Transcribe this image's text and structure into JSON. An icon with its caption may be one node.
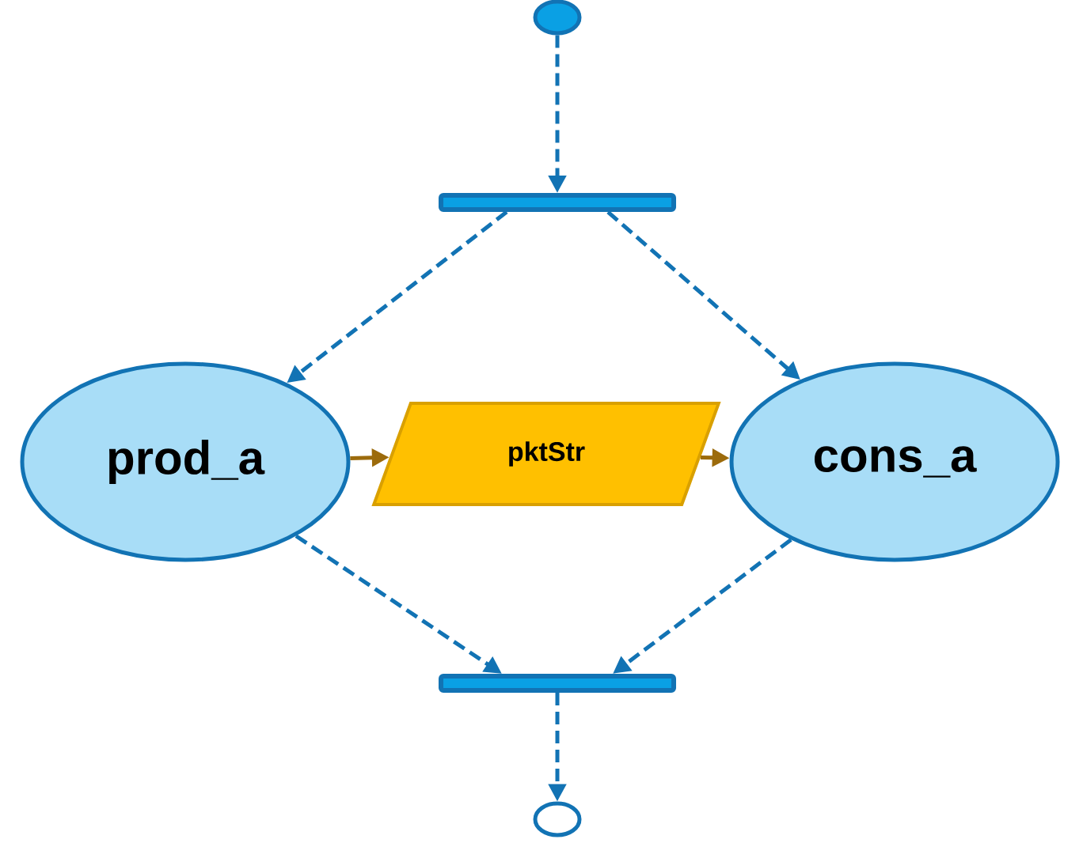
{
  "diagram": {
    "nodes": [
      {
        "text": [],
        "shape": "circle"
      },
      {
        "text": [],
        "shape": "bar"
      },
      {
        "text": [
          "prod_a"
        ]
      },
      {
        "text": [
          "pktStr"
        ]
      },
      {
        "text": [
          "cons_a"
        ]
      },
      {
        "text": [],
        "shape": "bar"
      },
      {
        "text": [],
        "shape": "circle"
      }
    ],
    "edges": [
      {
        "from": 0,
        "to": 1,
        "arrow": "to",
        "style": "dashed"
      },
      {
        "from": 1,
        "to": 2,
        "arrow": "to",
        "style": "dashed"
      },
      {
        "from": 1,
        "to": 4,
        "arrow": "to",
        "style": "dashed"
      },
      {
        "from": 2,
        "to": 3,
        "arrow": "to",
        "color": "#9c6b0c"
      },
      {
        "from": 3,
        "to": 4,
        "arrow": "to",
        "color": "#9c6b0c"
      },
      {
        "from": 2,
        "to": 5,
        "arrow": "to",
        "style": "dashed"
      },
      {
        "from": 4,
        "to": 5,
        "arrow": "to",
        "style": "dashed"
      },
      {
        "from": 5,
        "to": 6,
        "arrow": "to",
        "style": "dashed"
      }
    ]
  }
}
